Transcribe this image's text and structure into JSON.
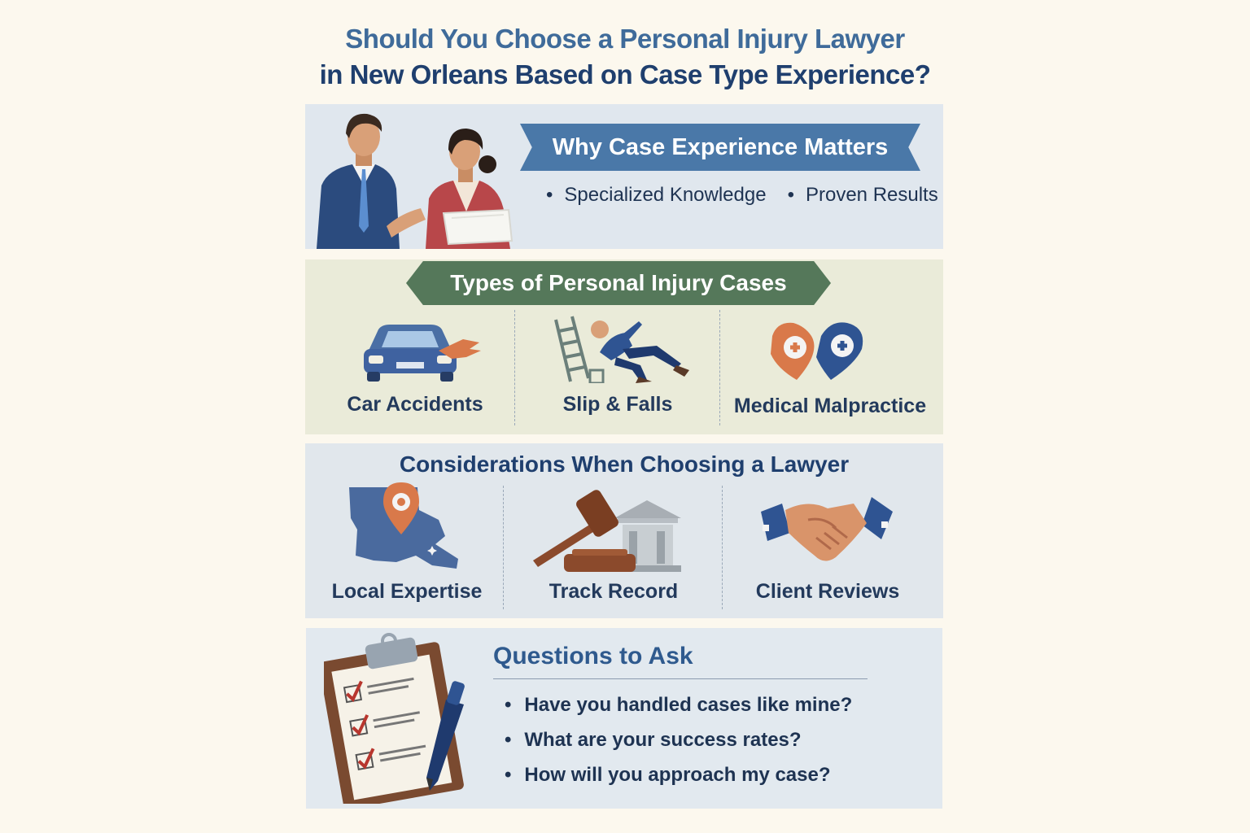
{
  "title": {
    "line1": "Should You Choose a Personal Injury Lawyer",
    "line2": "in New Orleans Based on Case Type Experience?"
  },
  "why": {
    "heading": "Why Case Experience Matters",
    "bullets": [
      "Specialized Knowledge",
      "Proven Results"
    ]
  },
  "types": {
    "heading": "Types of Personal Injury Cases",
    "items": [
      {
        "label": "Car Accidents",
        "icon": "car-accident-icon"
      },
      {
        "label": "Slip & Falls",
        "icon": "slip-fall-icon"
      },
      {
        "label": "Medical Malpractice",
        "icon": "medical-heart-icon"
      }
    ]
  },
  "considerations": {
    "heading": "Considerations When Choosing a Lawyer",
    "items": [
      {
        "label": "Local Expertise",
        "icon": "louisiana-map-pin-icon"
      },
      {
        "label": "Track Record",
        "icon": "gavel-courthouse-icon"
      },
      {
        "label": "Client Reviews",
        "icon": "handshake-icon"
      }
    ]
  },
  "questions": {
    "heading": "Questions to Ask",
    "items": [
      "Have you handled cases like mine?",
      "What are your success rates?",
      "How will you approach my case?"
    ]
  },
  "colors": {
    "title_light": "#3f6b9a",
    "title_dark": "#1f3f6e",
    "ribbon_blue": "#4a78a8",
    "ribbon_green": "#55785a",
    "accent_orange": "#d9794a"
  }
}
